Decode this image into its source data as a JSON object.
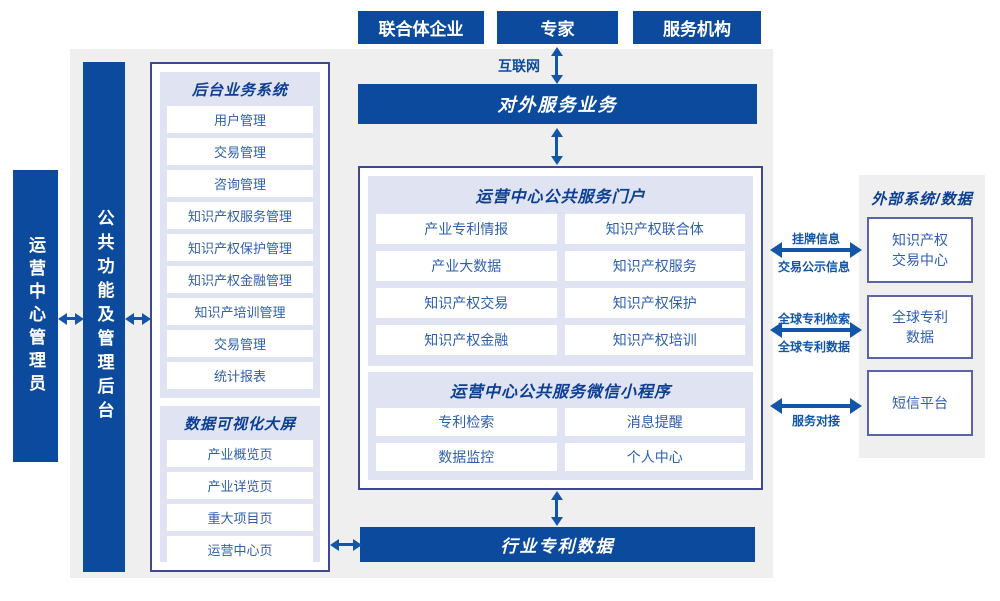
{
  "diagram": {
    "top_actors": [
      "联合体企业",
      "专家",
      "服务机构"
    ],
    "internet_label": "互联网",
    "external_service_bar": "对外服务业务",
    "admin_rail": "运营中心管理员",
    "backend_rail": "公共功能及管理后台",
    "backend_panel": {
      "title": "后台业务系统",
      "items": [
        "用户管理",
        "交易管理",
        "咨询管理",
        "知识产权服务管理",
        "知识产权保护管理",
        "知识产权金融管理",
        "知识产培训管理",
        "交易管理",
        "统计报表"
      ]
    },
    "dashboard_panel": {
      "title": "数据可视化大屏",
      "items": [
        "产业概览页",
        "产业详览页",
        "重大项目页",
        "运营中心页"
      ]
    },
    "portal_panel": {
      "title": "运营中心公共服务门户",
      "items": [
        "产业专利情报",
        "知识产权联合体",
        "产业大数据",
        "知识产权服务",
        "知识产权交易",
        "知识产权保护",
        "知识产权金融",
        "知识产权培训"
      ]
    },
    "miniprogram_panel": {
      "title": "运营中心公共服务微信小程序",
      "items": [
        "专利检索",
        "消息提醒",
        "数据监控",
        "个人中心"
      ]
    },
    "industry_data_bar": "行业专利数据",
    "external_panel": {
      "title": "外部系统/数据",
      "systems": [
        {
          "line1": "知识产权",
          "line2": "交易中心"
        },
        {
          "line1": "全球专利",
          "line2": "数据"
        },
        {
          "line1": "短信平台",
          "line2": ""
        }
      ]
    },
    "link_labels": [
      {
        "top": "挂牌信息",
        "bottom": "交易公示信息"
      },
      {
        "top": "全球专利检索",
        "bottom": "全球专利数据"
      },
      {
        "bottom": "服务对接"
      }
    ],
    "colors": {
      "primary_blue": "#0b4a9c",
      "arrow_blue": "#1356a8",
      "panel_border": "#3f4897",
      "lavender_bg": "#dfe3f2",
      "gray_bg": "#efefef",
      "item_text": "#2e5fae",
      "header_text": "#0c3e93"
    }
  }
}
